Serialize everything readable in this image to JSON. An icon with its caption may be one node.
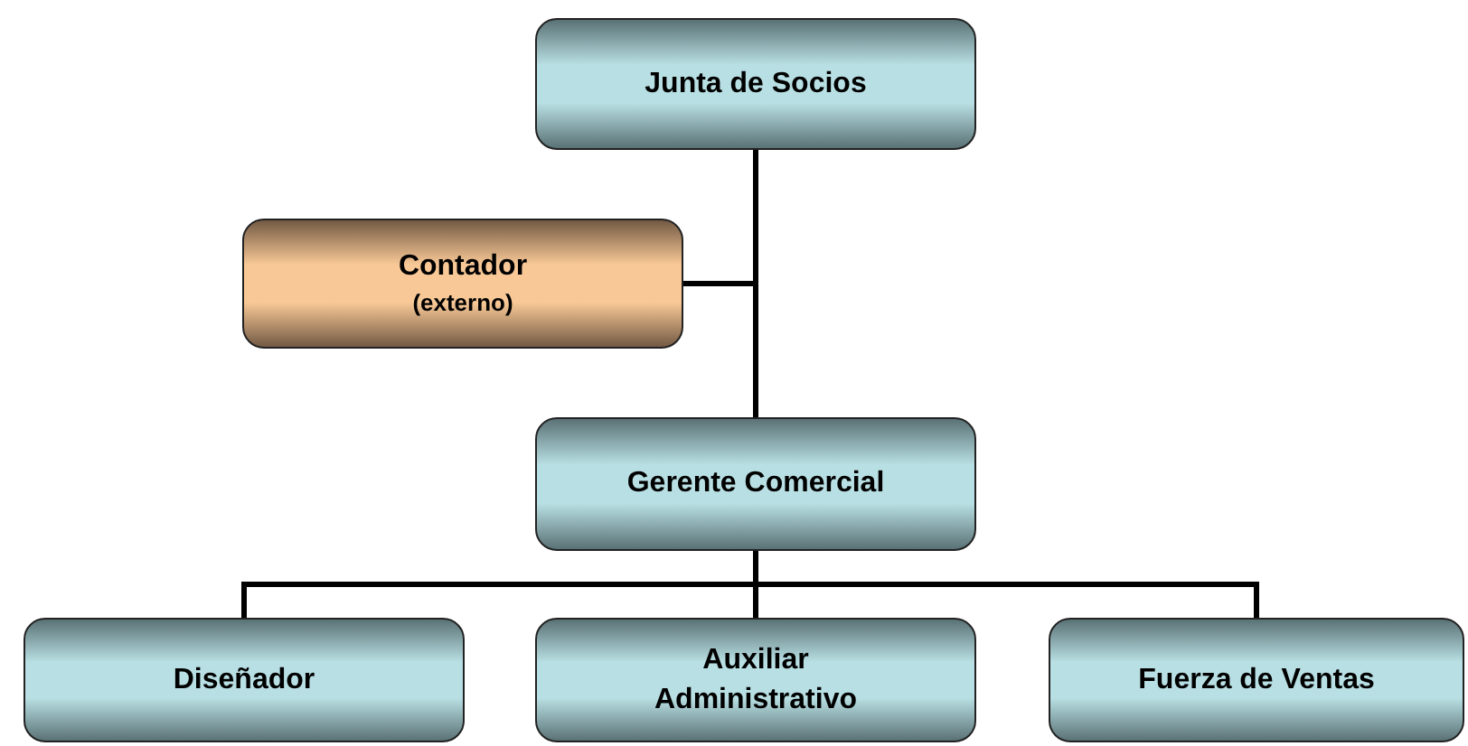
{
  "diagram": {
    "nodes": [
      {
        "text": [
          "Junta de Socios"
        ]
      },
      {
        "text": [
          "Contador",
          "(externo)"
        ]
      },
      {
        "text": [
          "Gerente Comercial"
        ]
      },
      {
        "text": [
          "Diseñador"
        ]
      },
      {
        "text": [
          "Auxiliar Administrativo"
        ]
      },
      {
        "text": [
          "Fuerza de Ventas"
        ]
      }
    ],
    "edges": [
      {
        "from": 0,
        "to": 1,
        "arrow": "none"
      },
      {
        "from": 0,
        "to": 2,
        "arrow": "none"
      },
      {
        "from": 2,
        "to": 3,
        "arrow": "none"
      },
      {
        "from": 2,
        "to": 4,
        "arrow": "none"
      },
      {
        "from": 2,
        "to": 5,
        "arrow": "none"
      }
    ]
  }
}
